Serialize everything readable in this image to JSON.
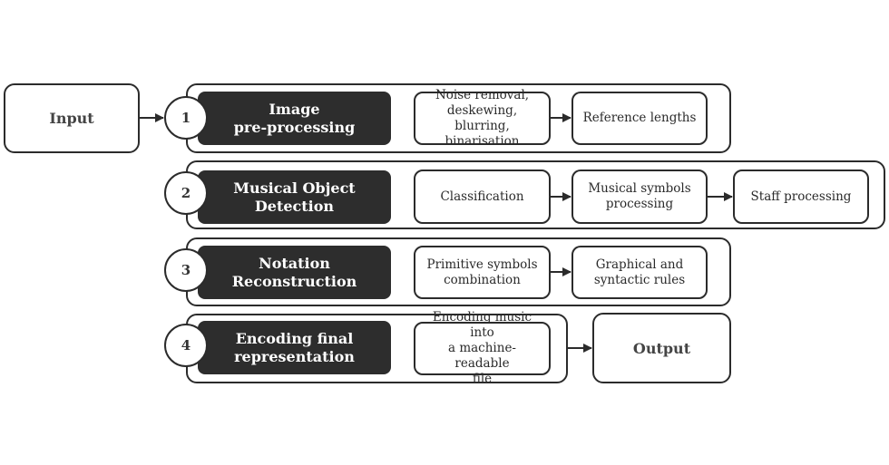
{
  "input": "Input",
  "output": "Output",
  "stages": [
    {
      "number": "1",
      "title": "Image\npre-processing",
      "steps": [
        "Noise removal,\ndeskewing, blurring,\nbinarisation",
        "Reference lengths"
      ]
    },
    {
      "number": "2",
      "title": "Musical Object\nDetection",
      "steps": [
        "Classification",
        "Musical symbols\nprocessing",
        "Staff processing"
      ]
    },
    {
      "number": "3",
      "title": "Notation\nReconstruction",
      "steps": [
        "Primitive symbols\ncombination",
        "Graphical and\nsyntactic rules"
      ]
    },
    {
      "number": "4",
      "title": "Encoding final\nrepresentation",
      "steps": [
        "Encoding music into\na machine-readable\nfile"
      ]
    }
  ]
}
